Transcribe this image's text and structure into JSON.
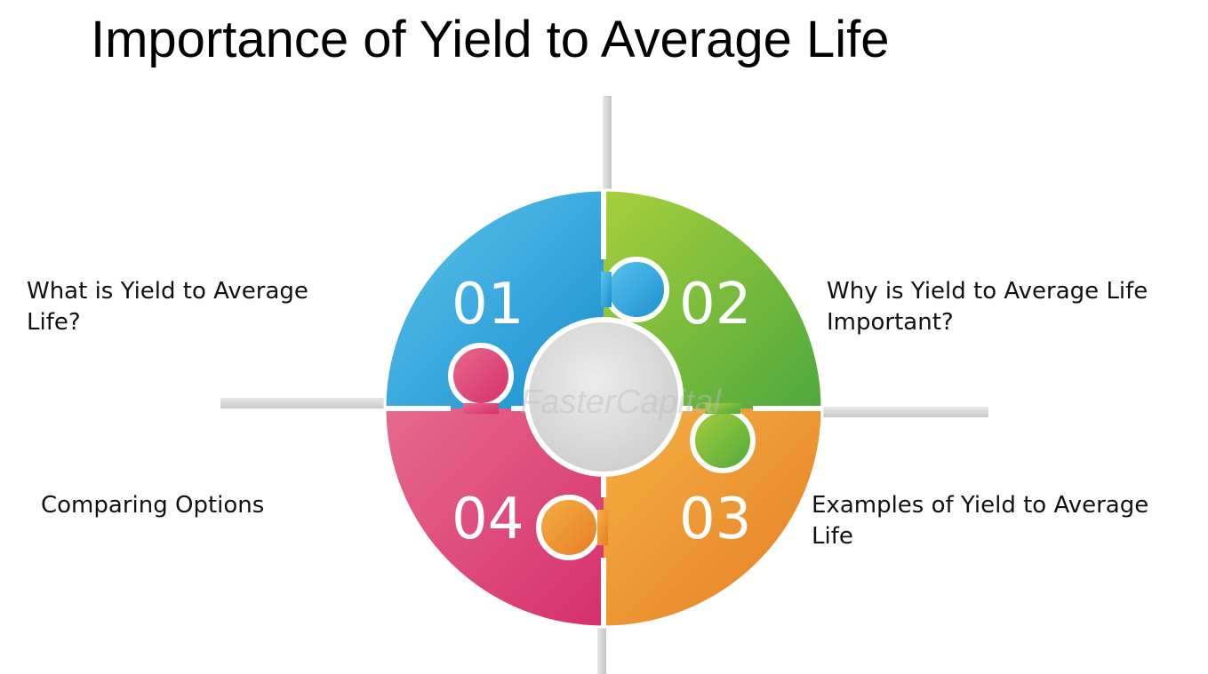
{
  "title": "Importance of Yield to Average Life",
  "segments": [
    {
      "number": "01",
      "label": "What is Yield to Average Life?",
      "color": "#29a3d8"
    },
    {
      "number": "02",
      "label": "Why is Yield to Average Life Important?",
      "color": "#7bbf3a"
    },
    {
      "number": "03",
      "label": "Examples of Yield to Average Life",
      "color": "#f09a2c"
    },
    {
      "number": "04",
      "label": "Comparing Options",
      "color": "#e04a7e"
    }
  ],
  "watermark": "FasterCapital",
  "colors": {
    "center": "#dcdcdc",
    "crosshair": "#d4d4d4",
    "background": "#ffffff"
  }
}
